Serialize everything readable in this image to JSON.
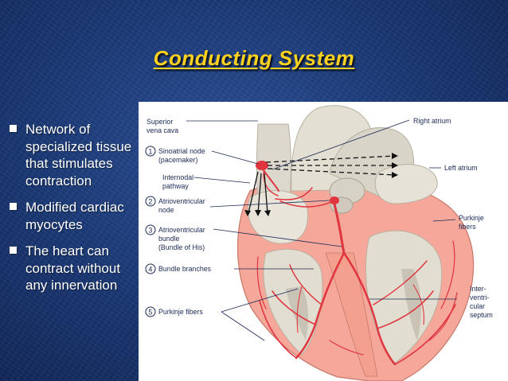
{
  "slide": {
    "title": "Conducting System",
    "bullets": [
      "Network of specialized tissue that stimulates contraction",
      "Modified cardiac myocytes",
      "The heart can contract without any innervation"
    ]
  },
  "figure": {
    "labels_left": {
      "superior_vena_cava": [
        "Superior",
        "vena cava"
      ],
      "sa_node": [
        "Sinoatrial node",
        "(pacemaker)"
      ],
      "internodal": [
        "Internodal",
        "pathway"
      ],
      "av_node": [
        "Atrioventricular",
        "node"
      ],
      "av_bundle": [
        "Atrioventricular",
        "bundle",
        "(Bundle of His)"
      ],
      "bundle_branches": [
        "Bundle branches"
      ],
      "purkinje_fibers": [
        "Purkinje fibers"
      ]
    },
    "labels_right": {
      "right_atrium": [
        "Right atrium"
      ],
      "left_atrium": [
        "Left atrium"
      ],
      "purkinje": [
        "Purkinje",
        "fibers"
      ],
      "septum": [
        "Inter-",
        "ventri-",
        "cular",
        "septum"
      ]
    },
    "numbers": [
      "1",
      "2",
      "3",
      "4",
      "5"
    ],
    "colors": {
      "conduction": "#e0353f",
      "muscle": "#f5a79a",
      "tissue": "#d8d4c8"
    }
  }
}
